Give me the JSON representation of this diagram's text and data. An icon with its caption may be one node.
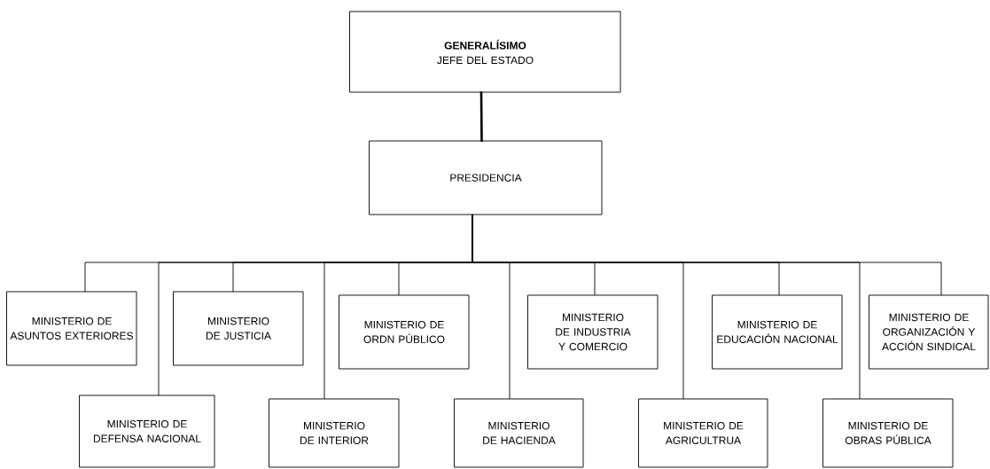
{
  "diagram": {
    "nodes": [
      {
        "text": [
          "GENERALÍSIMO",
          "JEFE DEL ESTADO"
        ]
      },
      {
        "text": [
          "PRESIDENCIA"
        ]
      },
      {
        "text": [
          "MINISTERIO DE ASUNTOS EXTERIORES"
        ]
      },
      {
        "text": [
          "MINISTERIO DE DEFENSA NACIONAL"
        ]
      },
      {
        "text": [
          "MINISTERIO DE JUSTICIA"
        ]
      },
      {
        "text": [
          "MINISTERIO DE INTERIOR"
        ]
      },
      {
        "text": [
          "MINISTERIO DE ORDN PÚBLICO"
        ]
      },
      {
        "text": [
          "MINISTERIO DE HACIENDA"
        ]
      },
      {
        "text": [
          "MINISTERIO DE INDUSTRIA Y COMERCIO"
        ]
      },
      {
        "text": [
          "MINISTERIO DE AGRICULTRUA"
        ]
      },
      {
        "text": [
          "MINISTERIO DE EDUCACIÓN NACIONAL"
        ]
      },
      {
        "text": [
          "MINISTERIO DE OBRAS PÚBLICA"
        ]
      },
      {
        "text": [
          "MINISTERIO DE ORGANIZACIÓN Y ACCIÓN SINDICAL"
        ]
      }
    ],
    "edges": [
      {
        "from": 0,
        "to": 1,
        "arrow": "none",
        "style": "thick"
      },
      {
        "from": 1,
        "to": 2,
        "arrow": "none"
      },
      {
        "from": 1,
        "to": 3,
        "arrow": "none"
      },
      {
        "from": 1,
        "to": 4,
        "arrow": "none"
      },
      {
        "from": 1,
        "to": 5,
        "arrow": "none"
      },
      {
        "from": 1,
        "to": 6,
        "arrow": "none"
      },
      {
        "from": 1,
        "to": 7,
        "arrow": "none"
      },
      {
        "from": 1,
        "to": 8,
        "arrow": "none"
      },
      {
        "from": 1,
        "to": 9,
        "arrow": "none"
      },
      {
        "from": 1,
        "to": 10,
        "arrow": "none"
      },
      {
        "from": 1,
        "to": 11,
        "arrow": "none"
      },
      {
        "from": 1,
        "to": 12,
        "arrow": "none"
      }
    ]
  }
}
